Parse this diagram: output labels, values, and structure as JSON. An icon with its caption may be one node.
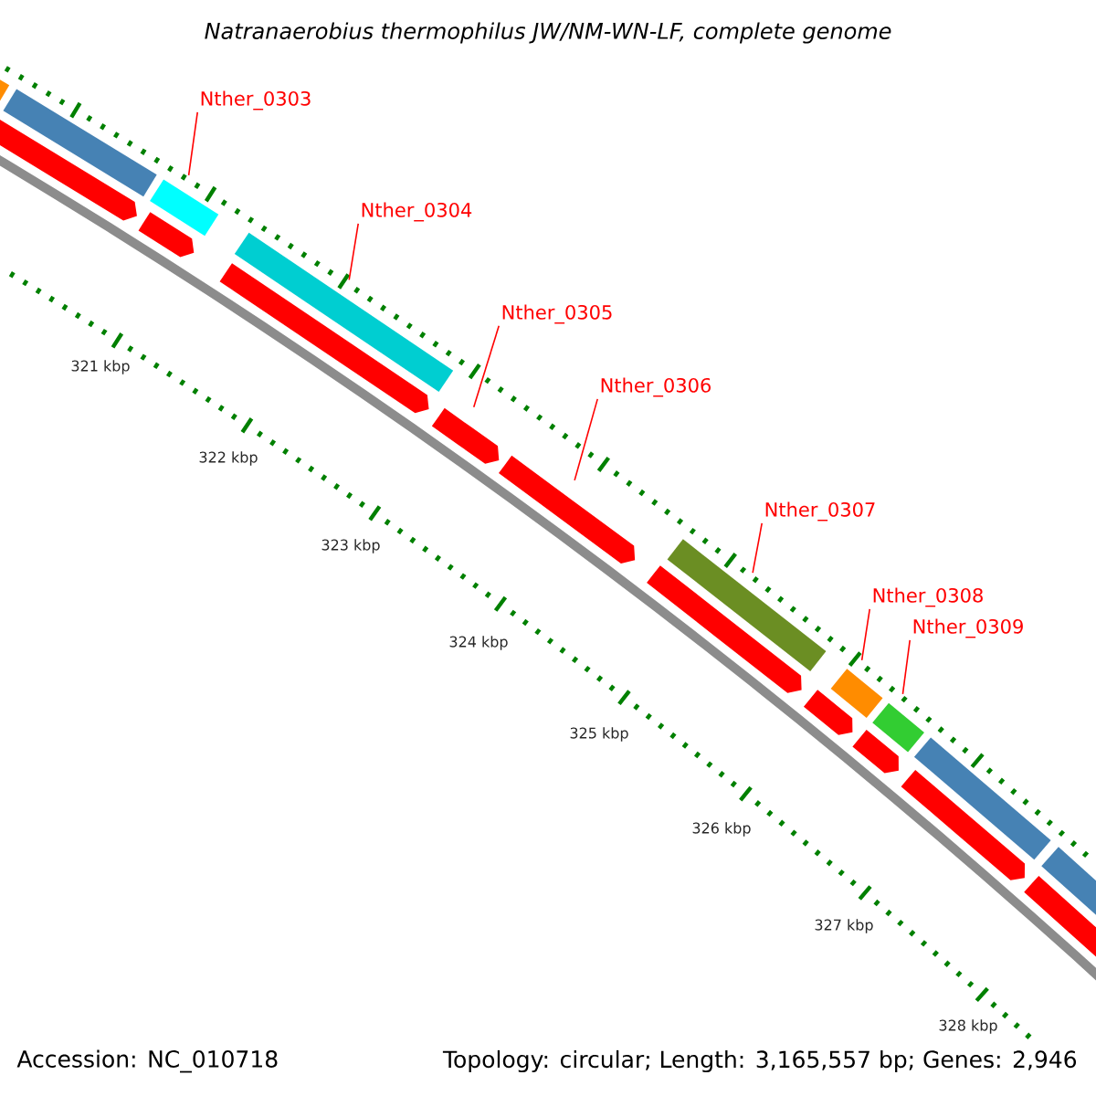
{
  "diagram": {
    "title": "Natranaerobius thermophilus JW/NM-WN-LF, complete genome",
    "nodes": [
      {
        "text": [
          "Nther_0303"
        ]
      },
      {
        "text": [
          "Nther_0304"
        ]
      },
      {
        "text": [
          "Nther_0305"
        ]
      },
      {
        "text": [
          "Nther_0306"
        ]
      },
      {
        "text": [
          "Nther_0307"
        ]
      },
      {
        "text": [
          "Nther_0308"
        ]
      },
      {
        "text": [
          "Nther_0309"
        ]
      },
      {
        "text": [],
        "shape": "arrow"
      },
      {
        "text": [],
        "shape": "bar"
      },
      {
        "text": [],
        "shape": "bar"
      },
      {
        "text": [],
        "shape": "arrow"
      },
      {
        "text": [],
        "shape": "bar"
      },
      {
        "text": [],
        "shape": "arrow"
      },
      {
        "text": [],
        "shape": "bar"
      },
      {
        "text": [],
        "shape": "arrow"
      },
      {
        "text": [],
        "shape": "arrow"
      },
      {
        "text": [],
        "shape": "bar"
      },
      {
        "text": [],
        "shape": "arrow"
      },
      {
        "text": [],
        "shape": "arrow"
      },
      {
        "text": [],
        "shape": "bar"
      },
      {
        "text": [],
        "shape": "arrow"
      },
      {
        "text": [],
        "shape": "bar"
      },
      {
        "text": [],
        "shape": "arrow"
      },
      {
        "text": [],
        "shape": "bar"
      },
      {
        "text": [],
        "shape": "arrow"
      },
      {
        "text": [],
        "shape": "bar"
      }
    ],
    "edges": [
      {
        "from": 0,
        "to": 11,
        "arrow": "none"
      },
      {
        "from": 1,
        "to": 13,
        "arrow": "none"
      },
      {
        "from": 2,
        "to": 14,
        "arrow": "none"
      },
      {
        "from": 3,
        "to": 15,
        "arrow": "none"
      },
      {
        "from": 4,
        "to": 16,
        "arrow": "none"
      },
      {
        "from": 5,
        "to": 19,
        "arrow": "none"
      },
      {
        "from": 6,
        "to": 21,
        "arrow": "none"
      }
    ],
    "labels": [
      "321 kbp",
      "322 kbp",
      "323 kbp",
      "324 kbp",
      "325 kbp",
      "326 kbp",
      "327 kbp",
      "328 kbp",
      "Accession: NC_010718",
      "Topology: circular; Length: 3,165,557 bp; Genes: 2,946"
    ]
  }
}
